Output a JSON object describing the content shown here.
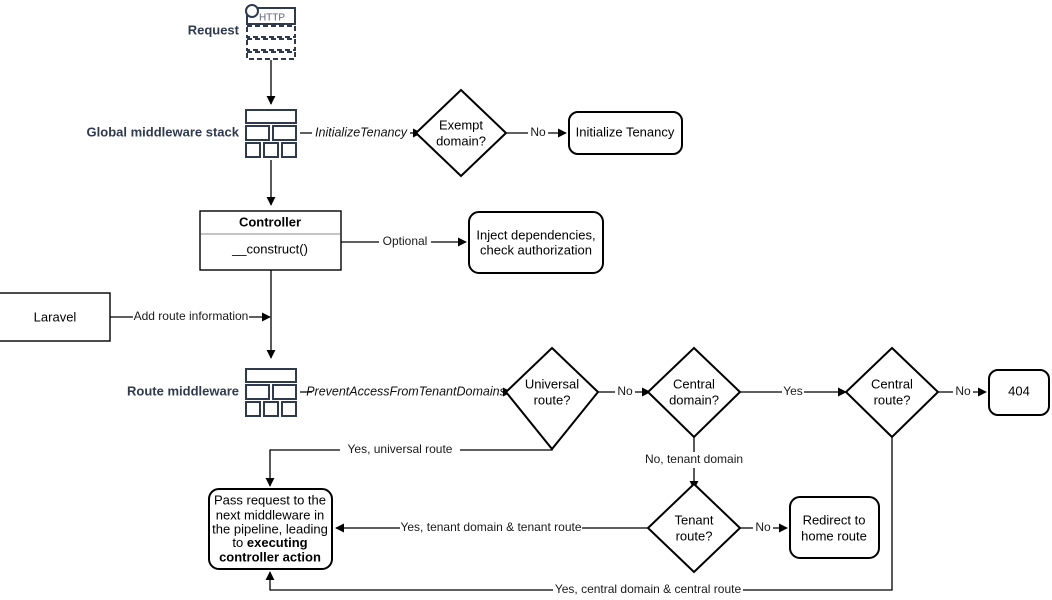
{
  "diagram": {
    "title": "Laravel multi-tenancy request lifecycle flowchart",
    "accent_color": "#2f3a4f",
    "line_color": "#000000",
    "background": "#ffffff",
    "lanes": [
      {
        "id": "request",
        "label": "Request"
      },
      {
        "id": "global-middleware",
        "label": "Global middleware stack"
      },
      {
        "id": "route-middleware",
        "label": "Route middleware"
      }
    ],
    "icons": {
      "request_badge": "HTTP",
      "request_icon": "http-request-icon",
      "stack_icon": "middleware-stack-icon"
    },
    "nodes": {
      "exempt_domain": "Exempt\ndomain?",
      "exempt_domain_line1": "Exempt",
      "exempt_domain_line2": "domain?",
      "initialize_tenancy": "Initialize Tenancy",
      "controller_title": "Controller",
      "controller_method": "__construct()",
      "inject_line1": "Inject dependencies,",
      "inject_line2": "check authorization",
      "laravel": "Laravel",
      "universal_route_line1": "Universal",
      "universal_route_line2": "route?",
      "central_domain_line1": "Central",
      "central_domain_line2": "domain?",
      "central_route_line1": "Central",
      "central_route_line2": "route?",
      "not_found": "404",
      "tenant_route_line1": "Tenant",
      "tenant_route_line2": "route?",
      "redirect_line1": "Redirect to",
      "redirect_line2": "home route",
      "pass_request_line1": "Pass request to the",
      "pass_request_line2": "next middleware in",
      "pass_request_line3": "the pipeline, leading",
      "pass_request_line4_prefix": "to ",
      "pass_request_line4_bold": "executing",
      "pass_request_line5_bold": "controller action"
    },
    "edges": {
      "initialize_tenancy_mw": "InitializeTenancy",
      "exempt_no": "No",
      "optional": "Optional",
      "add_route_information": "Add route information",
      "prevent_access_mw": "PreventAccessFromTenantDomains",
      "universal_no": "No",
      "central_domain_yes": "Yes",
      "central_route_no": "No",
      "no_tenant_domain": "No, tenant domain",
      "tenant_route_no": "No",
      "yes_universal_route": "Yes, universal route",
      "yes_tenant_domain_tenant_route": "Yes, tenant domain & tenant route",
      "yes_central_domain_central_route": "Yes, central domain & central route"
    }
  }
}
